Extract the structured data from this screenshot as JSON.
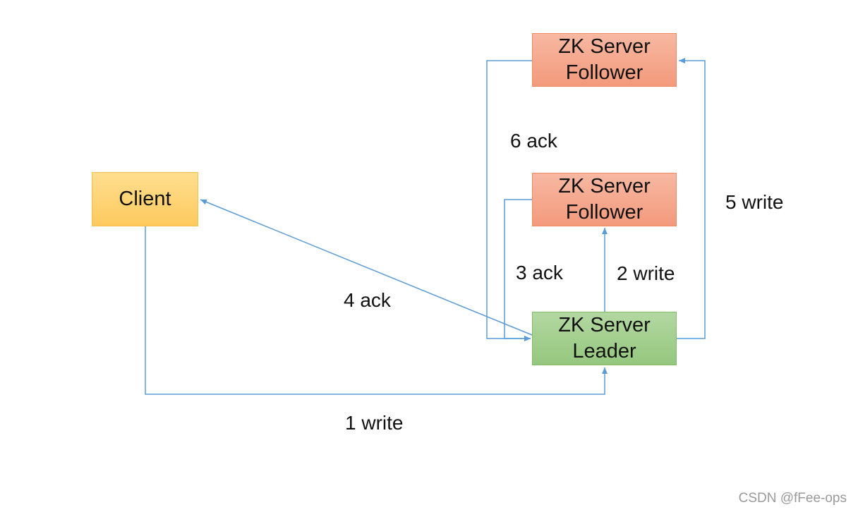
{
  "nodes": {
    "client": {
      "label": "Client"
    },
    "follower_top": {
      "line1": "ZK Server",
      "line2": "Follower"
    },
    "follower_mid": {
      "line1": "ZK Server",
      "line2": "Follower"
    },
    "leader": {
      "line1": "ZK Server",
      "line2": "Leader"
    }
  },
  "edges": [
    {
      "from": "client",
      "to": "leader",
      "label": "1 write"
    },
    {
      "from": "leader",
      "to": "follower_mid",
      "label": "2 write"
    },
    {
      "from": "follower_mid",
      "to": "leader",
      "label": "3 ack"
    },
    {
      "from": "leader",
      "to": "client",
      "label": "4 ack"
    },
    {
      "from": "leader",
      "to": "follower_top",
      "label": "5 write"
    },
    {
      "from": "follower_top",
      "to": "leader",
      "label": "6 ack"
    }
  ],
  "colors": {
    "arrow": "#5b9bd5",
    "client_fill": "#fdd57a",
    "follower_fill": "#f4a98c",
    "leader_fill": "#a4cf8f"
  },
  "watermark": "CSDN @fFee-ops"
}
